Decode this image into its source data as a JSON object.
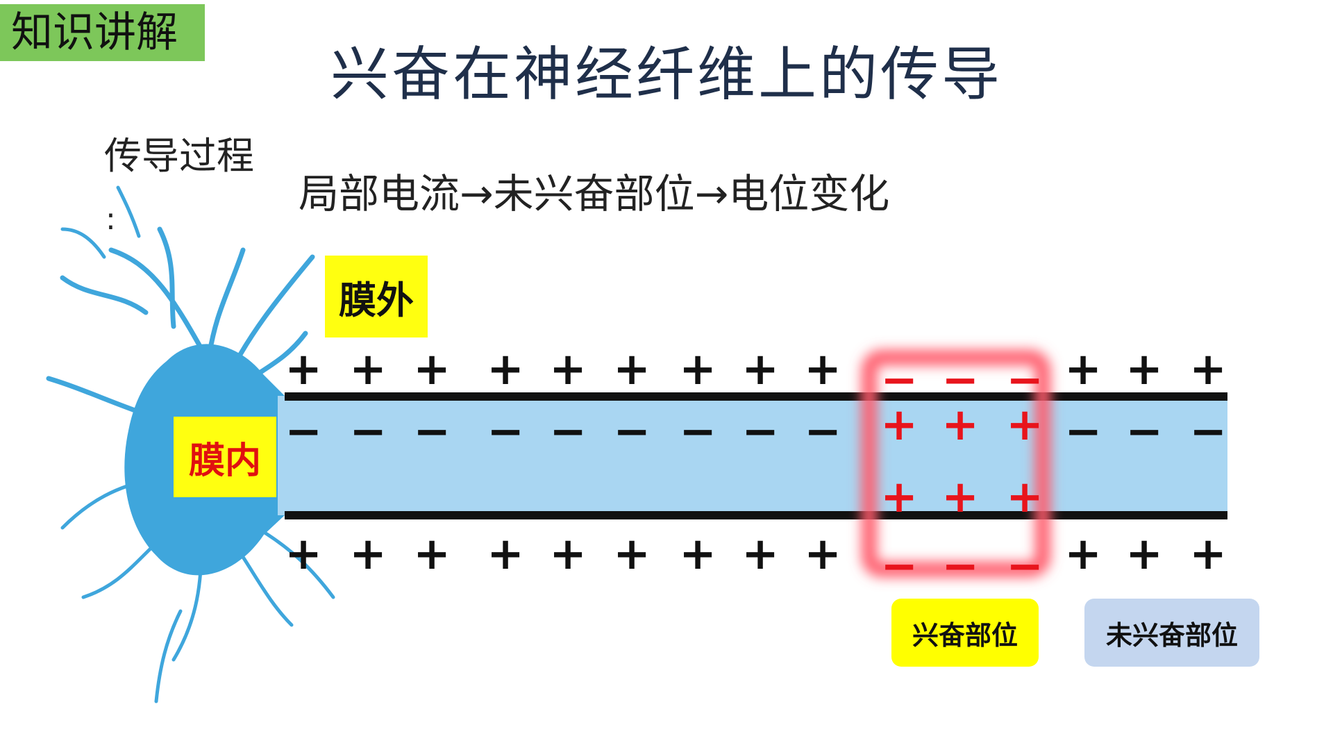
{
  "header": {
    "badge": "知识讲解",
    "title": "兴奋在神经纤维上的传导"
  },
  "process": {
    "label": "传导过程",
    "colon": ":",
    "text": "局部电流→未兴奋部位→电位变化"
  },
  "diagram": {
    "outer_label": "膜外",
    "inner_label": "膜内",
    "excited_label": "兴奋部位",
    "unexcited_label": "未兴奋部位",
    "plus_sign": "+",
    "minus_sign": "−",
    "colors": {
      "neuron": "#3fa6dc",
      "axon": "#a9d6f2",
      "membrane": "#111111",
      "charge_normal": "#111111",
      "charge_excited": "#e8141c",
      "highlight": "#ff5c6c"
    },
    "charges": {
      "normal_outer": [
        "+",
        "+",
        "+",
        "+",
        "+",
        "+",
        "+",
        "+",
        "+",
        "+",
        "+",
        "+"
      ],
      "normal_inner": [
        "−",
        "−",
        "−",
        "−",
        "−",
        "−",
        "−",
        "−",
        "−",
        "−",
        "−",
        "−"
      ],
      "excited_outer": [
        "−",
        "−",
        "−"
      ],
      "excited_inner": [
        "+",
        "+",
        "+"
      ]
    }
  }
}
